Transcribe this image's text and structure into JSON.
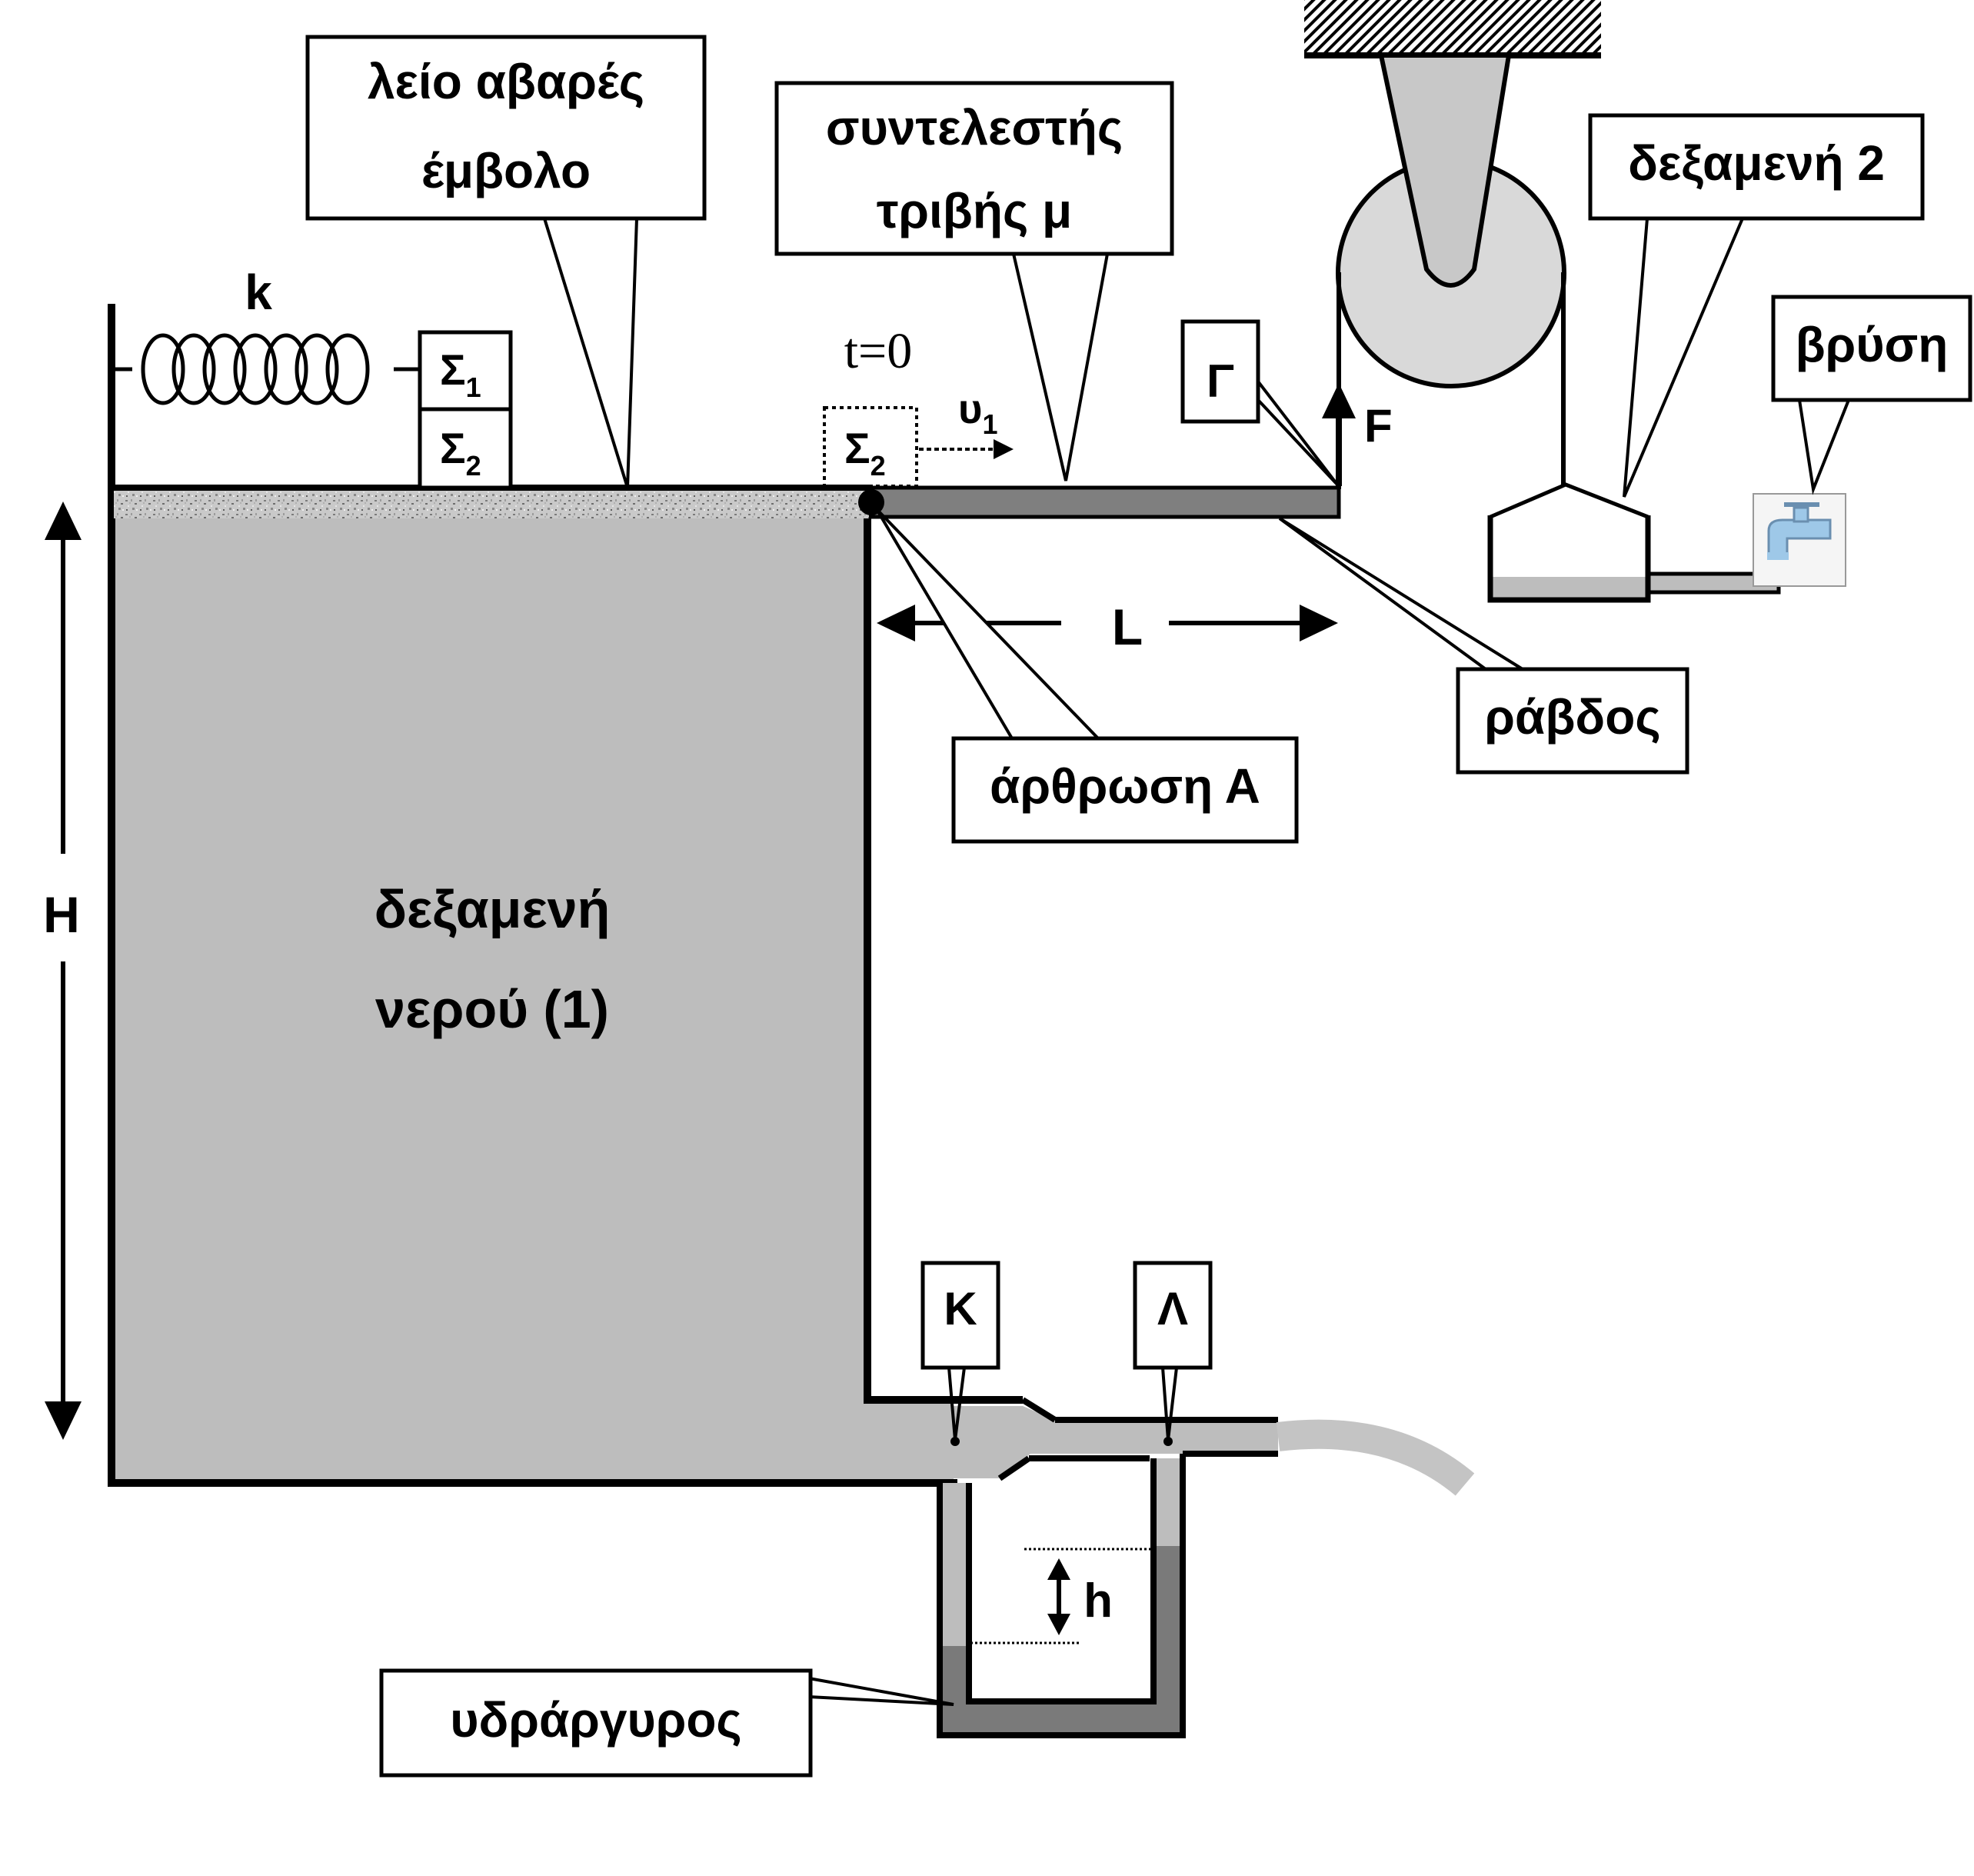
{
  "labels": {
    "spring_k": "k",
    "block_s1": "Σ",
    "block_s1_sub": "1",
    "block_s2": "Σ",
    "block_s2_sub": "2",
    "moving_block": "Σ",
    "moving_block_sub": "2",
    "time": "t=0",
    "velocity": "υ",
    "velocity_sub": "1",
    "piston_line1": "λείο αβαρές",
    "piston_line2": "έμβολο",
    "friction_line1": "συντελεστής",
    "friction_line2": "τριβής μ",
    "point_gamma": "Γ",
    "force_F": "F",
    "tank2": "δεξαμενή 2",
    "faucet": "βρύση",
    "rod": "ράβδος",
    "hinge": "άρθρωση Α",
    "length_L": "L",
    "height_H": "H",
    "tank1_line1": "δεξαμενή",
    "tank1_line2": "νερού (1)",
    "point_K": "Κ",
    "point_Lambda": "Λ",
    "height_h": "h",
    "mercury": "υδράργυρος"
  },
  "colors": {
    "water": "#bdbdbd",
    "mercury": "#7a7a7a",
    "rod": "#7f7f7f",
    "pulley": "#d9d9d9",
    "pulley_hub": "#c8c8c8",
    "hose": "#c4c4c4",
    "faucet": "#9ec8e8"
  }
}
